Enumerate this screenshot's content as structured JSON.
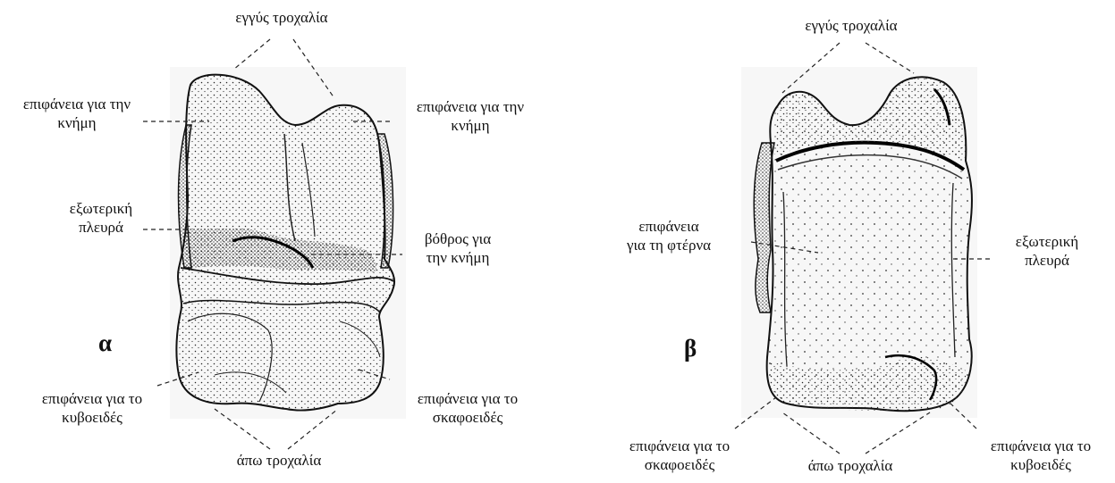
{
  "figure_a": {
    "letter": "α",
    "labels": {
      "proximal_trochlea": "εγγύς τροχαλία",
      "tibia_surface_left": [
        "επιφάνεια για την",
        "κνήμη"
      ],
      "tibia_surface_right": [
        "επιφάνεια για την",
        "κνήμη"
      ],
      "outer_side": [
        "εξωτερική",
        "πλευρά"
      ],
      "tibia_fossa": [
        "βόθρος για",
        "την κνήμη"
      ],
      "cuboid_surface": [
        "επιφάνεια για το",
        "κυβοειδές"
      ],
      "navicular_surface": [
        "επιφάνεια για το",
        "σκαφοειδές"
      ],
      "distal_trochlea": "άπω τροχαλία"
    }
  },
  "figure_b": {
    "letter": "β",
    "labels": {
      "proximal_trochlea": "εγγύς τροχαλία",
      "calcaneus_surface": [
        "επιφάνεια",
        "για τη φτέρνα"
      ],
      "outer_side": [
        "εξωτερική",
        "πλευρά"
      ],
      "navicular_surface": [
        "επιφάνεια για το",
        "σκαφοειδές"
      ],
      "distal_trochlea": "άπω τροχαλία",
      "cuboid_surface": [
        "επιφάνεια για το",
        "κυβοειδές"
      ]
    }
  }
}
